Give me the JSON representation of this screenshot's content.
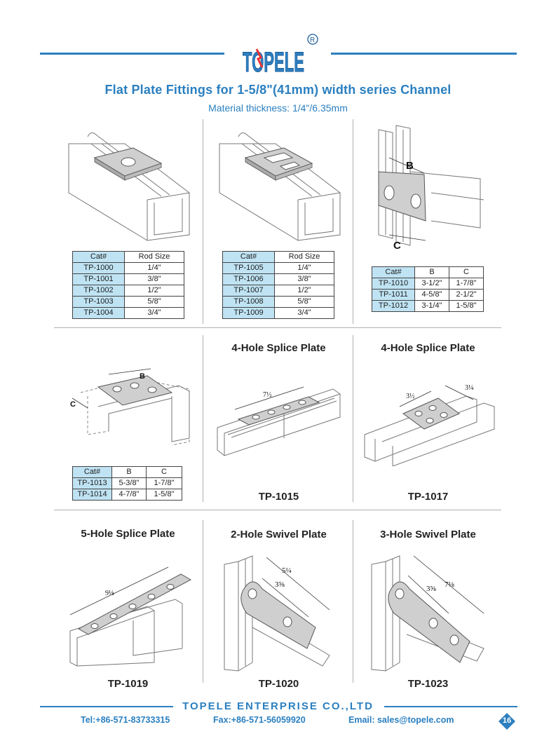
{
  "brand": {
    "logo_text": "TOPELE",
    "registered": "®"
  },
  "header": {
    "title": "Flat Plate Fittings for 1-5/8\"(41mm) width series Channel",
    "subtitle": "Material thickness: 1/4\"/6.35mm"
  },
  "table1": {
    "headers": [
      "Cat#",
      "Rod Size"
    ],
    "rows": [
      [
        "TP-1000",
        "1/4\""
      ],
      [
        "TP-1001",
        "3/8\""
      ],
      [
        "TP-1002",
        "1/2\""
      ],
      [
        "TP-1003",
        "5/8\""
      ],
      [
        "TP-1004",
        "3/4\""
      ]
    ]
  },
  "table2": {
    "headers": [
      "Cat#",
      "Rod Size"
    ],
    "rows": [
      [
        "TP-1005",
        "1/4\""
      ],
      [
        "TP-1006",
        "3/8\""
      ],
      [
        "TP-1007",
        "1/2\""
      ],
      [
        "TP-1008",
        "5/8\""
      ],
      [
        "TP-1009",
        "3/4\""
      ]
    ]
  },
  "table3": {
    "headers": [
      "Cat#",
      "B",
      "C"
    ],
    "rows": [
      [
        "TP-1010",
        "3-1/2\"",
        "1-7/8\""
      ],
      [
        "TP-1011",
        "4-5/8\"",
        "2-1/2\""
      ],
      [
        "TP-1012",
        "3-1/4\"",
        "1-5/8\""
      ]
    ],
    "label_b": "B",
    "label_c": "C"
  },
  "table4": {
    "headers": [
      "Cat#",
      "B",
      "C"
    ],
    "rows": [
      [
        "TP-1013",
        "5-3/8\"",
        "1-7/8\""
      ],
      [
        "TP-1014",
        "4-7/8\"",
        "1-5/8\""
      ]
    ],
    "label_b": "B",
    "label_c": "C"
  },
  "items": {
    "tp1015": {
      "title": "4-Hole Splice Plate",
      "part": "TP-1015",
      "dim1": "7½"
    },
    "tp1017": {
      "title": "4-Hole Splice Plate",
      "part": "TP-1017",
      "dim1": "3½",
      "dim2": "3¼"
    },
    "tp1019": {
      "title": "5-Hole Splice Plate",
      "part": "TP-1019",
      "dim1": "9⅛"
    },
    "tp1020": {
      "title": "2-Hole Swivel Plate",
      "part": "TP-1020",
      "dim1": "5¼",
      "dim2": "3⅝"
    },
    "tp1023": {
      "title": "3-Hole Swivel Plate",
      "part": "TP-1023",
      "dim1": "3⅝",
      "dim2": "7⅛"
    }
  },
  "footer": {
    "company": "TOPELE  ENTERPRISE  CO.,LTD",
    "tel": "Tel:+86-571-83733315",
    "fax": "Fax:+86-571-56059920",
    "email": "Email: sales@topele.com",
    "page": "16"
  },
  "colors": {
    "accent": "#2d7fbf",
    "table_fill": "#bfe3f3",
    "plate": "#cfcfcf"
  }
}
